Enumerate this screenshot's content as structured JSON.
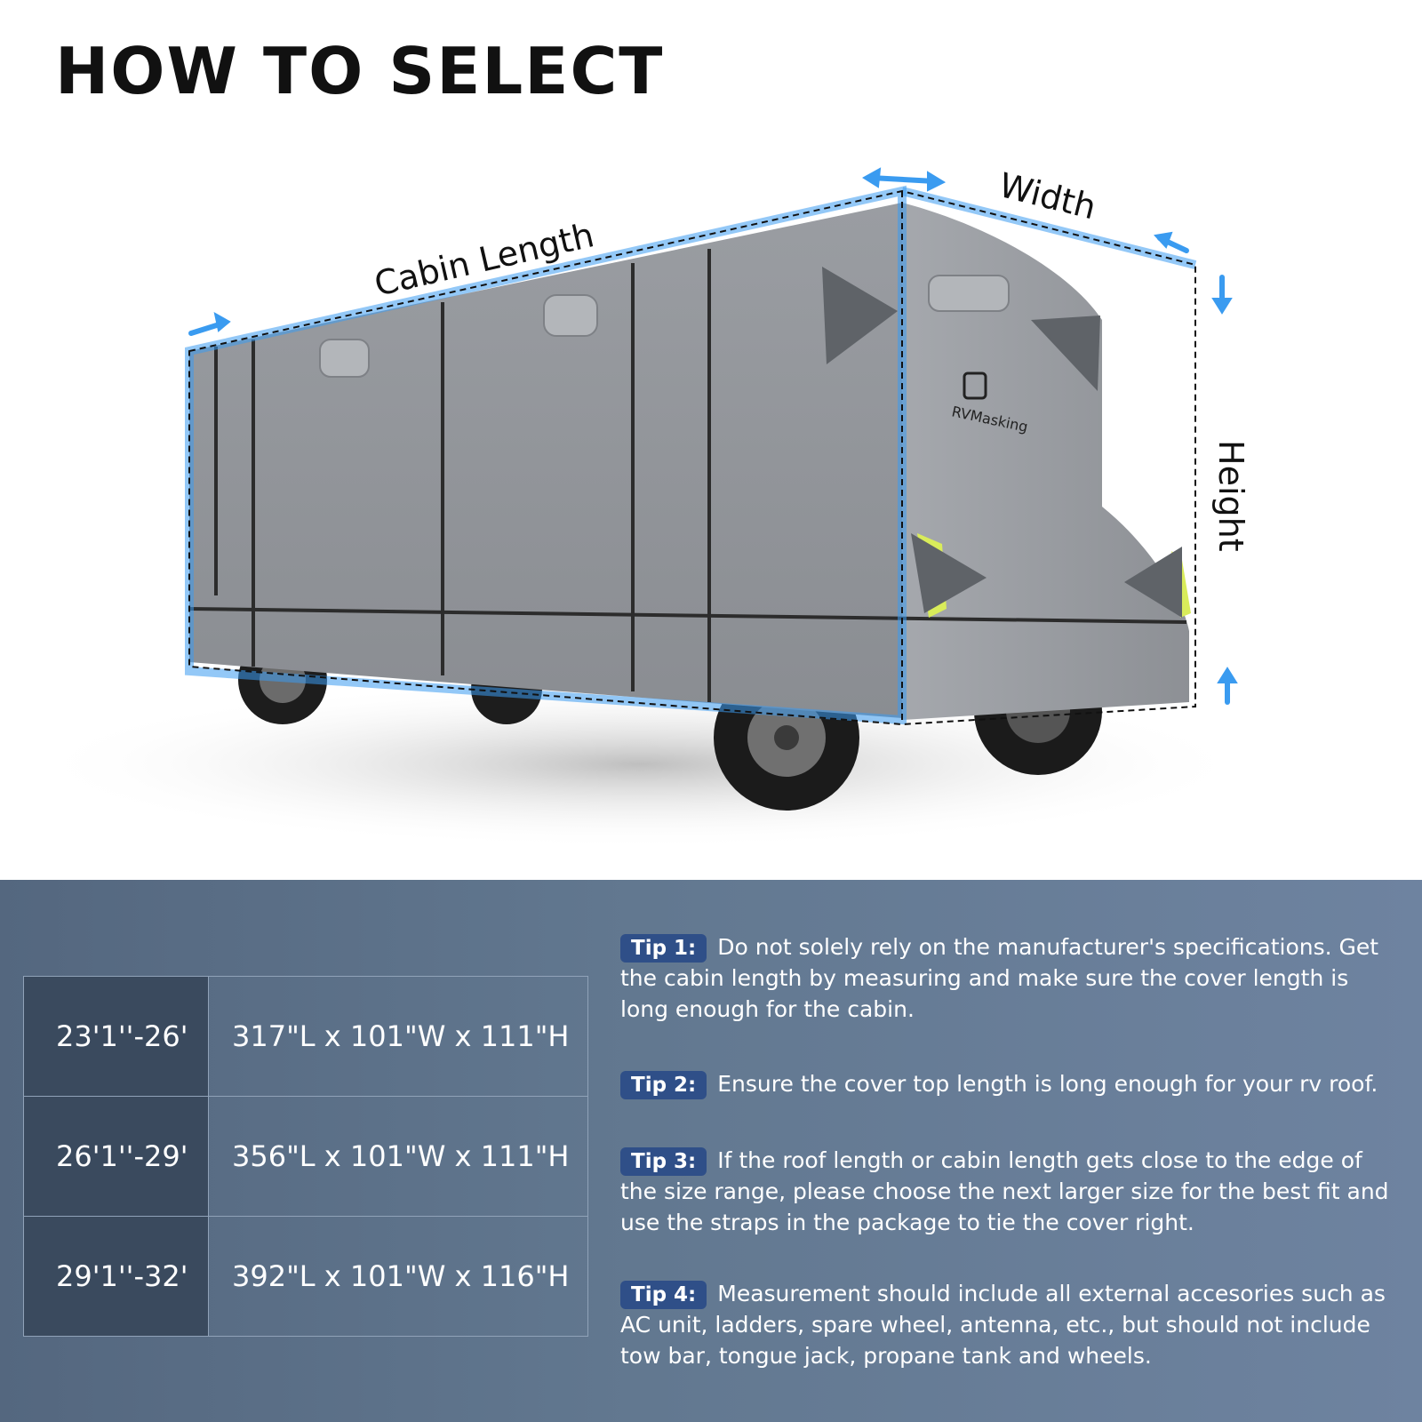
{
  "page": {
    "title": "HOW TO SELECT"
  },
  "illustration": {
    "labels": {
      "cabin_length": "Cabin Length",
      "width": "Width",
      "height": "Height"
    },
    "logo_text": "RVMasking",
    "accent_color": "#3a9bf0"
  },
  "size_table": {
    "rows": [
      {
        "range": "23'1''-26'",
        "dimensions": "317\"L x 101\"W x 111\"H"
      },
      {
        "range": "26'1''-29'",
        "dimensions": "356\"L x 101\"W x 111\"H"
      },
      {
        "range": "29'1''-32'",
        "dimensions": "392\"L x 101\"W x 116\"H"
      }
    ]
  },
  "tips": [
    {
      "label": "Tip 1:",
      "text": "Do not solely rely on the manufacturer's specifications. Get the cabin length by measuring and make sure the cover length is long enough for the cabin."
    },
    {
      "label": "Tip 2:",
      "text": "Ensure the cover top length is long enough for your rv roof."
    },
    {
      "label": "Tip 3:",
      "text": "If the roof length or cabin length gets close to the edge of the size range, please choose the next larger size for the best fit and use the straps in the package to tie the cover right."
    },
    {
      "label": "Tip 4:",
      "text": "Measurement should include all external accesories such as AC unit, ladders, spare wheel, antenna, etc., but should not include tow bar, tongue jack, propane tank and wheels."
    }
  ]
}
